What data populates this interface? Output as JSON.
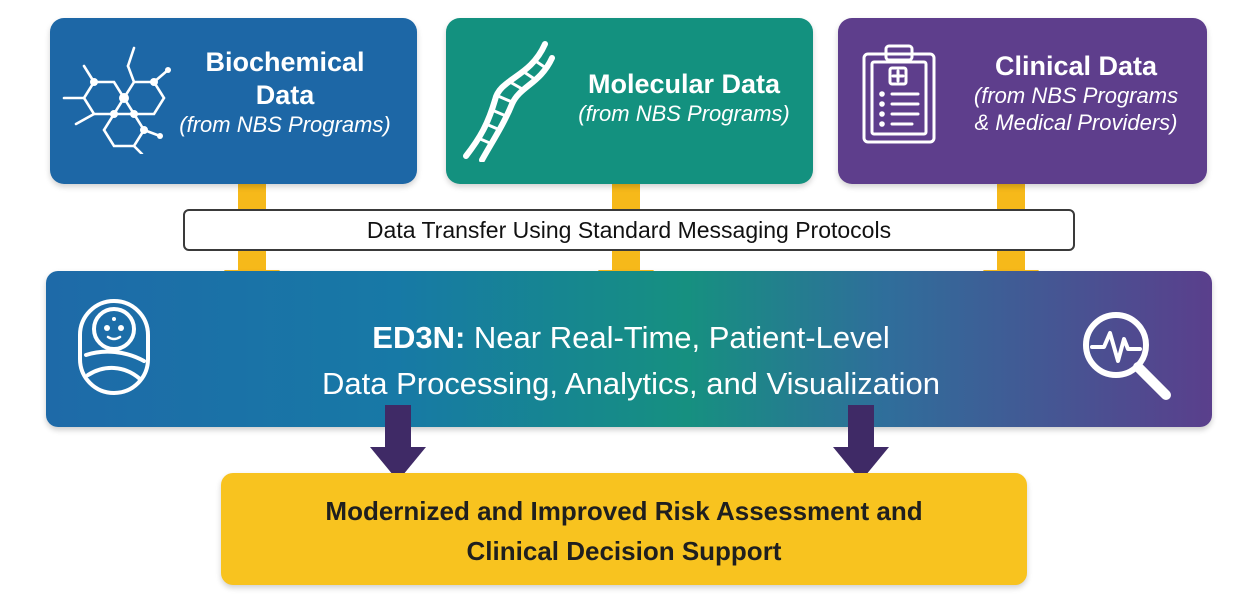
{
  "sources": [
    {
      "title_lines": [
        "Biochemical",
        "Data"
      ],
      "subtitle_lines": [
        "(from NBS Programs)"
      ],
      "icon": "molecule-network-icon",
      "color": "#1d67a6"
    },
    {
      "title_lines": [
        "Molecular Data"
      ],
      "subtitle_lines": [
        "(from NBS Programs)"
      ],
      "icon": "dna-helix-icon",
      "color": "#13917f"
    },
    {
      "title_lines": [
        "Clinical Data"
      ],
      "subtitle_lines": [
        "(from NBS Programs",
        "& Medical Providers)"
      ],
      "icon": "clipboard-icon",
      "color": "#5e3e8c"
    }
  ],
  "transfer": {
    "label": "Data Transfer Using Standard Messaging Protocols"
  },
  "ed3n": {
    "name": "ED3N:",
    "line1_rest": " Near Real-Time, Patient-Level",
    "line2": "Data Processing, Analytics, and Visualization",
    "left_icon": "swaddled-baby-icon",
    "right_icon": "magnifier-pulse-icon"
  },
  "outcome": {
    "line1": "Modernized and Improved Risk Assessment and",
    "line2": "Clinical Decision Support",
    "color": "#f8c31f"
  },
  "colors": {
    "down_arrow_gold": "#f6b91a",
    "down_arrow_purple": "#3f2a66"
  }
}
